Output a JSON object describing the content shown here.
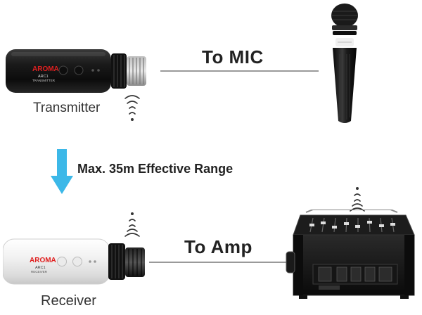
{
  "transmitter": {
    "label": "Transmitter",
    "brand": "AROMA",
    "model": "ARC1",
    "type_text": "TRANSMITTER"
  },
  "receiver": {
    "label": "Receiver",
    "brand": "AROMA",
    "model": "ARC1",
    "type_text": "RECEIVER"
  },
  "connections": {
    "to_mic": "To MIC",
    "to_amp": "To Amp"
  },
  "range": {
    "text": "Max. 35m Effective Range"
  },
  "colors": {
    "arrow": "#3cb8e8",
    "transmitter_body": "#1a1a1a",
    "receiver_body": "#f2f2f2",
    "brand_red": "#e02020",
    "connector_line": "#9a9a9a"
  },
  "icons": {
    "transmitter_signal": "wireless-signal-icon",
    "receiver_signal": "wireless-signal-icon",
    "amp_signal": "wireless-signal-icon",
    "range_arrow": "down-arrow-icon"
  }
}
